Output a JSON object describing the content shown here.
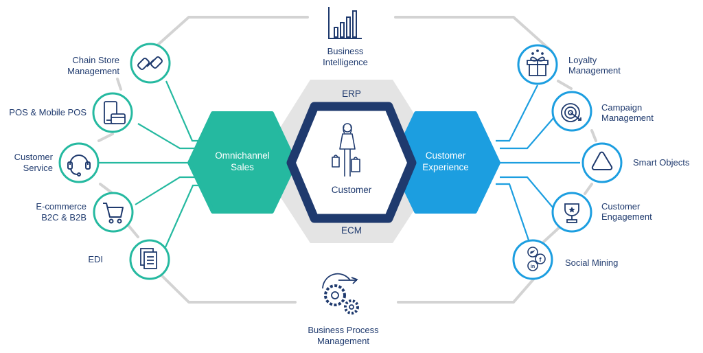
{
  "colors": {
    "teal": "#25b9a0",
    "blue": "#1c9ee0",
    "navy": "#1f3a6e",
    "gray": "#d6d6d6",
    "gray_fill": "#e4e4e4"
  },
  "top": {
    "line1": "Business",
    "line2": "Intelligence",
    "icon": "bar-chart-icon"
  },
  "bottom": {
    "line1": "Business Process",
    "line2": "Management",
    "icon": "gears-icon"
  },
  "core": {
    "outer_top": "ERP",
    "outer_bottom": "ECM",
    "center": "Customer",
    "icon": "shopper-icon"
  },
  "left_hub": {
    "line1": "Omnichannel",
    "line2": "Sales"
  },
  "right_hub": {
    "line1": "Customer",
    "line2": "Experience"
  },
  "left_items": [
    {
      "line1": "Chain Store",
      "line2": "Management",
      "icon": "chain-link-icon"
    },
    {
      "line1": "POS & Mobile POS",
      "line2": "",
      "icon": "pos-terminal-icon"
    },
    {
      "line1": "Customer",
      "line2": "Service",
      "icon": "headset-icon"
    },
    {
      "line1": "E-commerce",
      "line2": "B2C & B2B",
      "icon": "shopping-cart-icon"
    },
    {
      "line1": "EDI",
      "line2": "",
      "icon": "documents-icon"
    }
  ],
  "right_items": [
    {
      "line1": "Loyalty",
      "line2": "Management",
      "icon": "gift-icon"
    },
    {
      "line1": "Campaign",
      "line2": "Management",
      "icon": "target-icon"
    },
    {
      "line1": "Smart Objects",
      "line2": "",
      "icon": "triangle-icon"
    },
    {
      "line1": "Customer",
      "line2": "Engagement",
      "icon": "award-icon"
    },
    {
      "line1": "Social Mining",
      "line2": "",
      "icon": "social-icon"
    }
  ]
}
